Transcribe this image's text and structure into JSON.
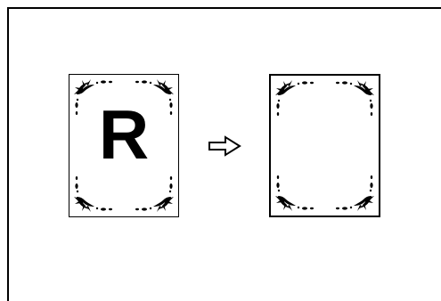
{
  "diagram": {
    "source_page": {
      "letter": "R",
      "ornament": "floral-corner-ornament"
    },
    "result_page": {
      "ornament": "floral-corner-ornament"
    },
    "connector": {
      "icon": "right-outline-arrow-icon"
    }
  }
}
